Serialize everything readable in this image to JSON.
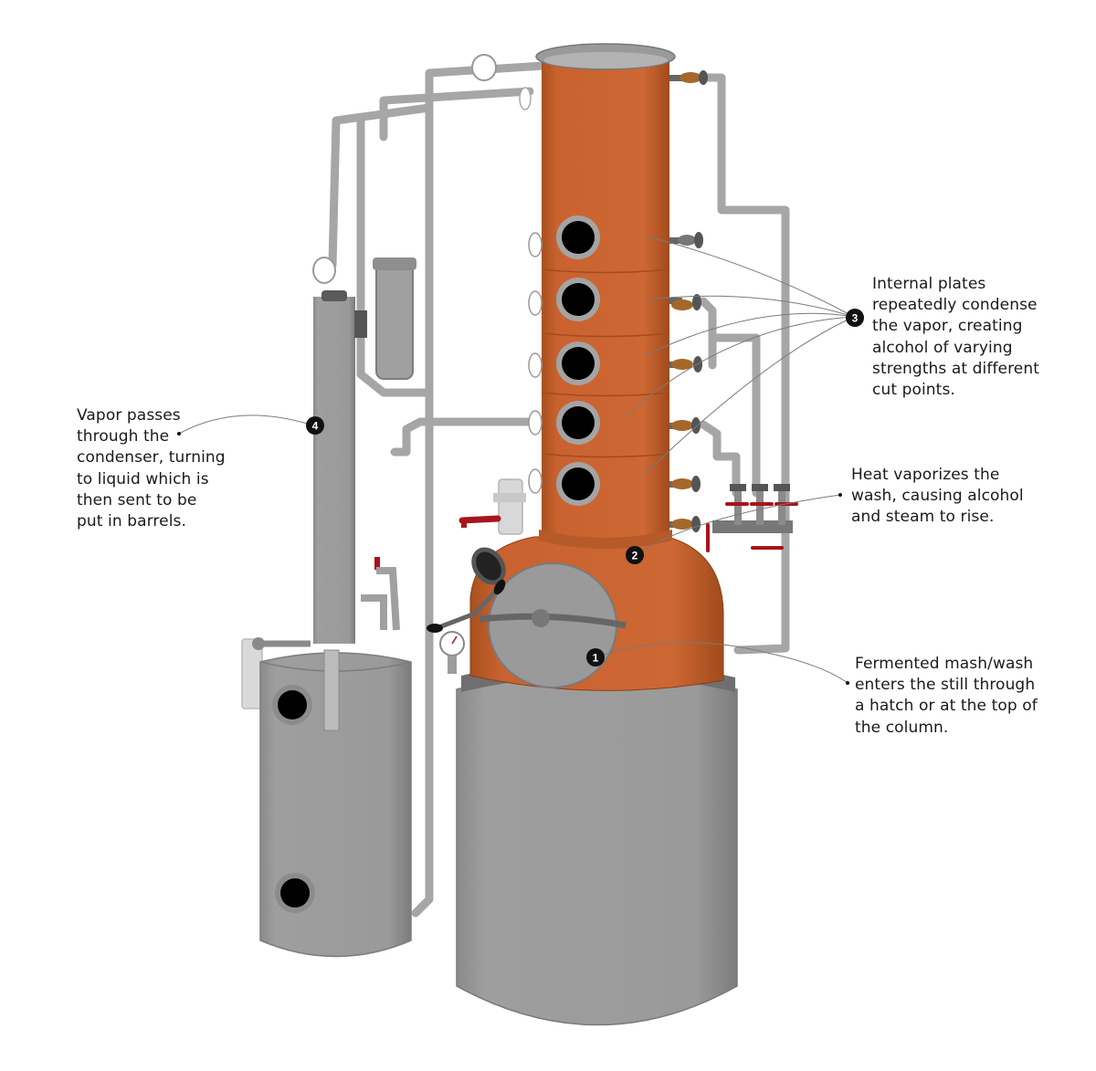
{
  "callouts": [
    {
      "number": "1",
      "text": [
        "Fermented mash/wash",
        "enters the still through",
        "a hatch or at the top of",
        "the column."
      ]
    },
    {
      "number": "2",
      "text": [
        "Heat vaporizes the",
        "wash, causing alcohol",
        "and steam to rise."
      ]
    },
    {
      "number": "3",
      "text": [
        "Internal plates",
        "repeatedly condense",
        "the vapor, creating",
        "alcohol of varying",
        "strengths at different",
        "cut points."
      ]
    },
    {
      "number": "4",
      "text": [
        "Vapor passes",
        "through the",
        "condenser, turning",
        "to liquid which is",
        "then sent to be",
        "put in barrels."
      ]
    }
  ],
  "colors": {
    "copper": "#c96432",
    "steel": "#9a9a9a",
    "steel_dark": "#6f6f6f",
    "pipe": "#a9a9a9",
    "valve_red": "#a8141c",
    "callout_dot": "#111111",
    "leader": "#777777"
  }
}
